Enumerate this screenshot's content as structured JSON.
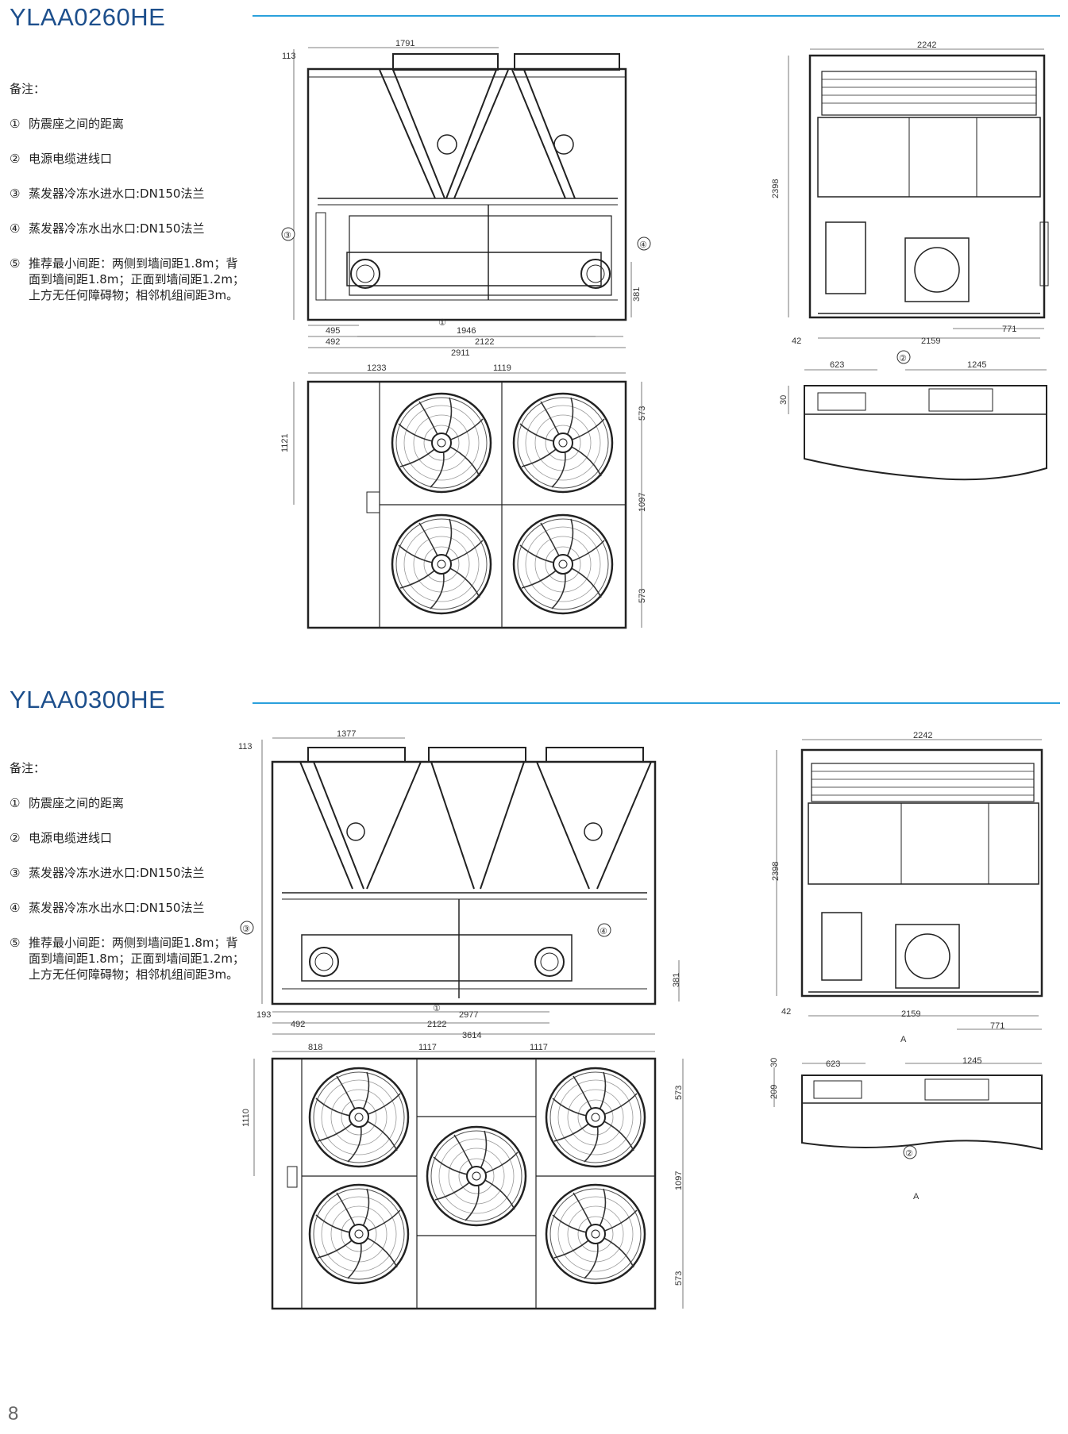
{
  "page_number": "8",
  "sections": [
    {
      "title": "YLAA0260HE",
      "notes_heading": "备注：",
      "notes": [
        {
          "num": "①",
          "text": "防震座之间的距离"
        },
        {
          "num": "②",
          "text": "电源电缆进线口"
        },
        {
          "num": "③",
          "text": "蒸发器冷冻水进水口:DN150法兰"
        },
        {
          "num": "④",
          "text": "蒸发器冷冻水出水口:DN150法兰"
        },
        {
          "num": "⑤",
          "text": "推荐最小间距：两侧到墙间距1.8m；背面到墙间距1.8m；正面到墙间距1.2m；上方无任何障碍物；相邻机组间距3m。"
        }
      ],
      "front_dims": {
        "top": "1791",
        "offset": "113",
        "d1": "495",
        "d2": "492",
        "d3": "1946",
        "d4": "2122",
        "d5": "2911",
        "h": "381"
      },
      "side_dims": {
        "width": "2242",
        "height": "2398",
        "base": "2159",
        "left": "42",
        "right": "771"
      },
      "plan_dims": {
        "a": "1233",
        "b": "1119",
        "depth": "1121",
        "r1": "573",
        "r2": "1097",
        "r3": "573"
      },
      "section_dims": {
        "a": "623",
        "b": "1245",
        "c": "30"
      },
      "callouts": {
        "inlet": "③",
        "outlet": "④",
        "anchor": "①",
        "power": "②"
      }
    },
    {
      "title": "YLAA0300HE",
      "notes_heading": "备注：",
      "notes": [
        {
          "num": "①",
          "text": "防震座之间的距离"
        },
        {
          "num": "②",
          "text": "电源电缆进线口"
        },
        {
          "num": "③",
          "text": "蒸发器冷冻水进水口:DN150法兰"
        },
        {
          "num": "④",
          "text": "蒸发器冷冻水出水口:DN150法兰"
        },
        {
          "num": "⑤",
          "text": "推荐最小间距：两侧到墙间距1.8m；背面到墙间距1.8m；正面到墙间距1.2m；上方无任何障碍物；相邻机组间距3m。"
        }
      ],
      "front_dims": {
        "top": "1377",
        "offset": "113",
        "d1": "193",
        "d2": "492",
        "d3": "2977",
        "d4": "2122",
        "d5": "3614",
        "h": "381"
      },
      "side_dims": {
        "width": "2242",
        "height": "2398",
        "base": "2159",
        "left": "42",
        "right": "771",
        "section": "A"
      },
      "plan_dims": {
        "a": "818",
        "b": "1117",
        "c": "1117",
        "depth": "1110",
        "r1": "573",
        "r2": "1097",
        "r3": "573"
      },
      "section_dims": {
        "a": "623",
        "b": "1245",
        "c": "30",
        "d": "209"
      },
      "callouts": {
        "inlet": "③",
        "outlet": "④",
        "anchor": "①",
        "power": "②"
      }
    }
  ]
}
